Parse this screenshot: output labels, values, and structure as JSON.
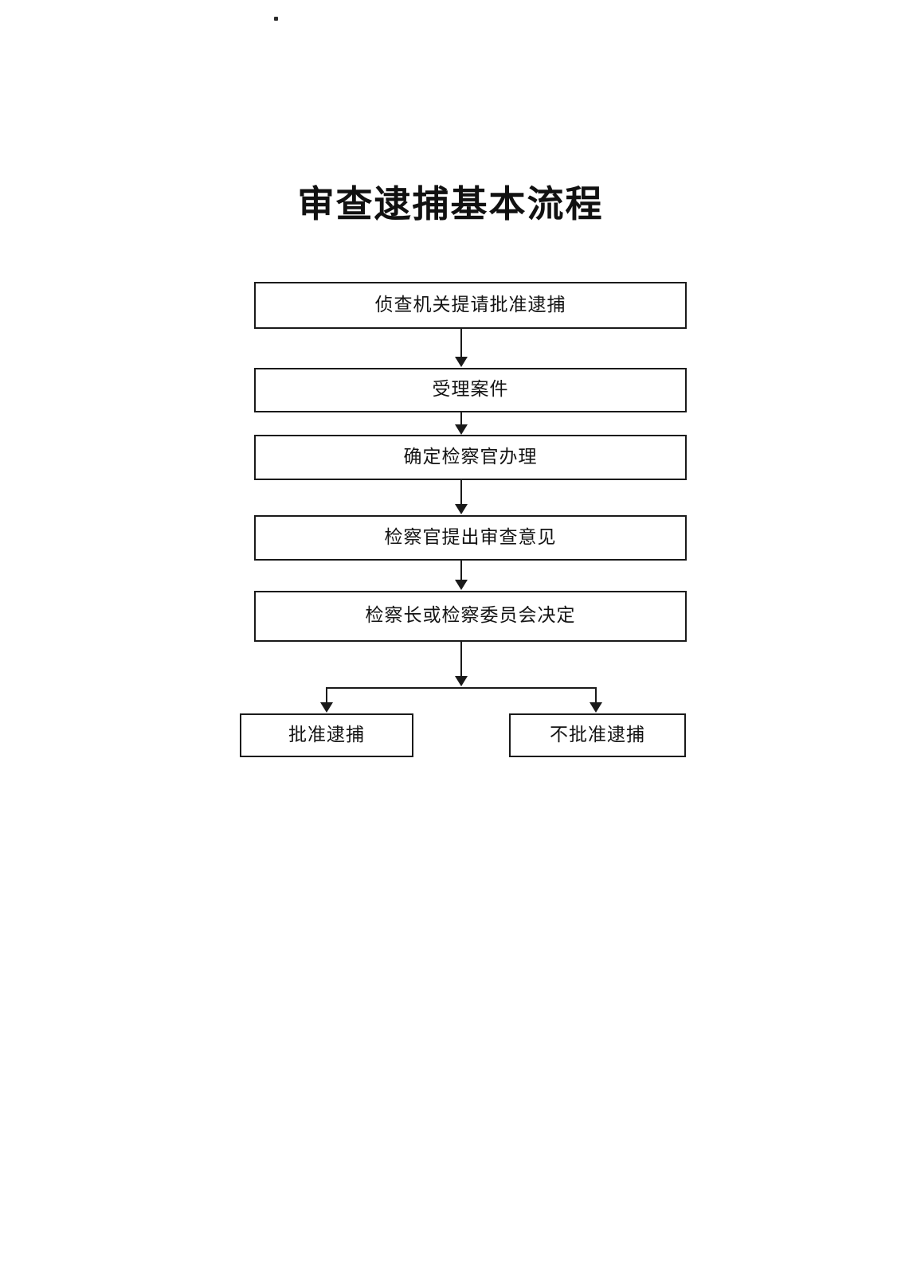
{
  "document": {
    "title": "审查逮捕基本流程",
    "page_background": "#ffffff",
    "line_color": "#1a1a1a",
    "text_color": "#141414"
  },
  "chart_data": {
    "type": "diagram",
    "diagram_kind": "flowchart",
    "title": "审查逮捕基本流程",
    "orientation": "top-to-bottom",
    "nodes": [
      {
        "id": "n1",
        "label": "侦查机关提请批准逮捕",
        "shape": "rectangle",
        "level": 1
      },
      {
        "id": "n2",
        "label": "受理案件",
        "shape": "rectangle",
        "level": 2
      },
      {
        "id": "n3",
        "label": "确定检察官办理",
        "shape": "rectangle",
        "level": 3
      },
      {
        "id": "n4",
        "label": "检察官提出审查意见",
        "shape": "rectangle",
        "level": 4
      },
      {
        "id": "n5",
        "label": "检察长或检察委员会决定",
        "shape": "rectangle",
        "level": 5
      },
      {
        "id": "n6",
        "label": "批准逮捕",
        "shape": "rectangle",
        "level": 6,
        "branch": "left"
      },
      {
        "id": "n7",
        "label": "不批准逮捕",
        "shape": "rectangle",
        "level": 6,
        "branch": "right"
      }
    ],
    "edges": [
      {
        "from": "n1",
        "to": "n2",
        "style": "arrow"
      },
      {
        "from": "n2",
        "to": "n3",
        "style": "arrow"
      },
      {
        "from": "n3",
        "to": "n4",
        "style": "arrow"
      },
      {
        "from": "n4",
        "to": "n5",
        "style": "arrow"
      },
      {
        "from": "n5",
        "to": "n6",
        "style": "arrow-split-left"
      },
      {
        "from": "n5",
        "to": "n7",
        "style": "arrow-split-right"
      }
    ]
  },
  "flow": {
    "steps": [
      {
        "label": "侦查机关提请批准逮捕"
      },
      {
        "label": "受理案件"
      },
      {
        "label": "确定检察官办理"
      },
      {
        "label": "检察官提出审查意见"
      },
      {
        "label": "检察长或检察委员会决定"
      }
    ],
    "outcomes": [
      {
        "label": "批准逮捕"
      },
      {
        "label": "不批准逮捕"
      }
    ]
  }
}
